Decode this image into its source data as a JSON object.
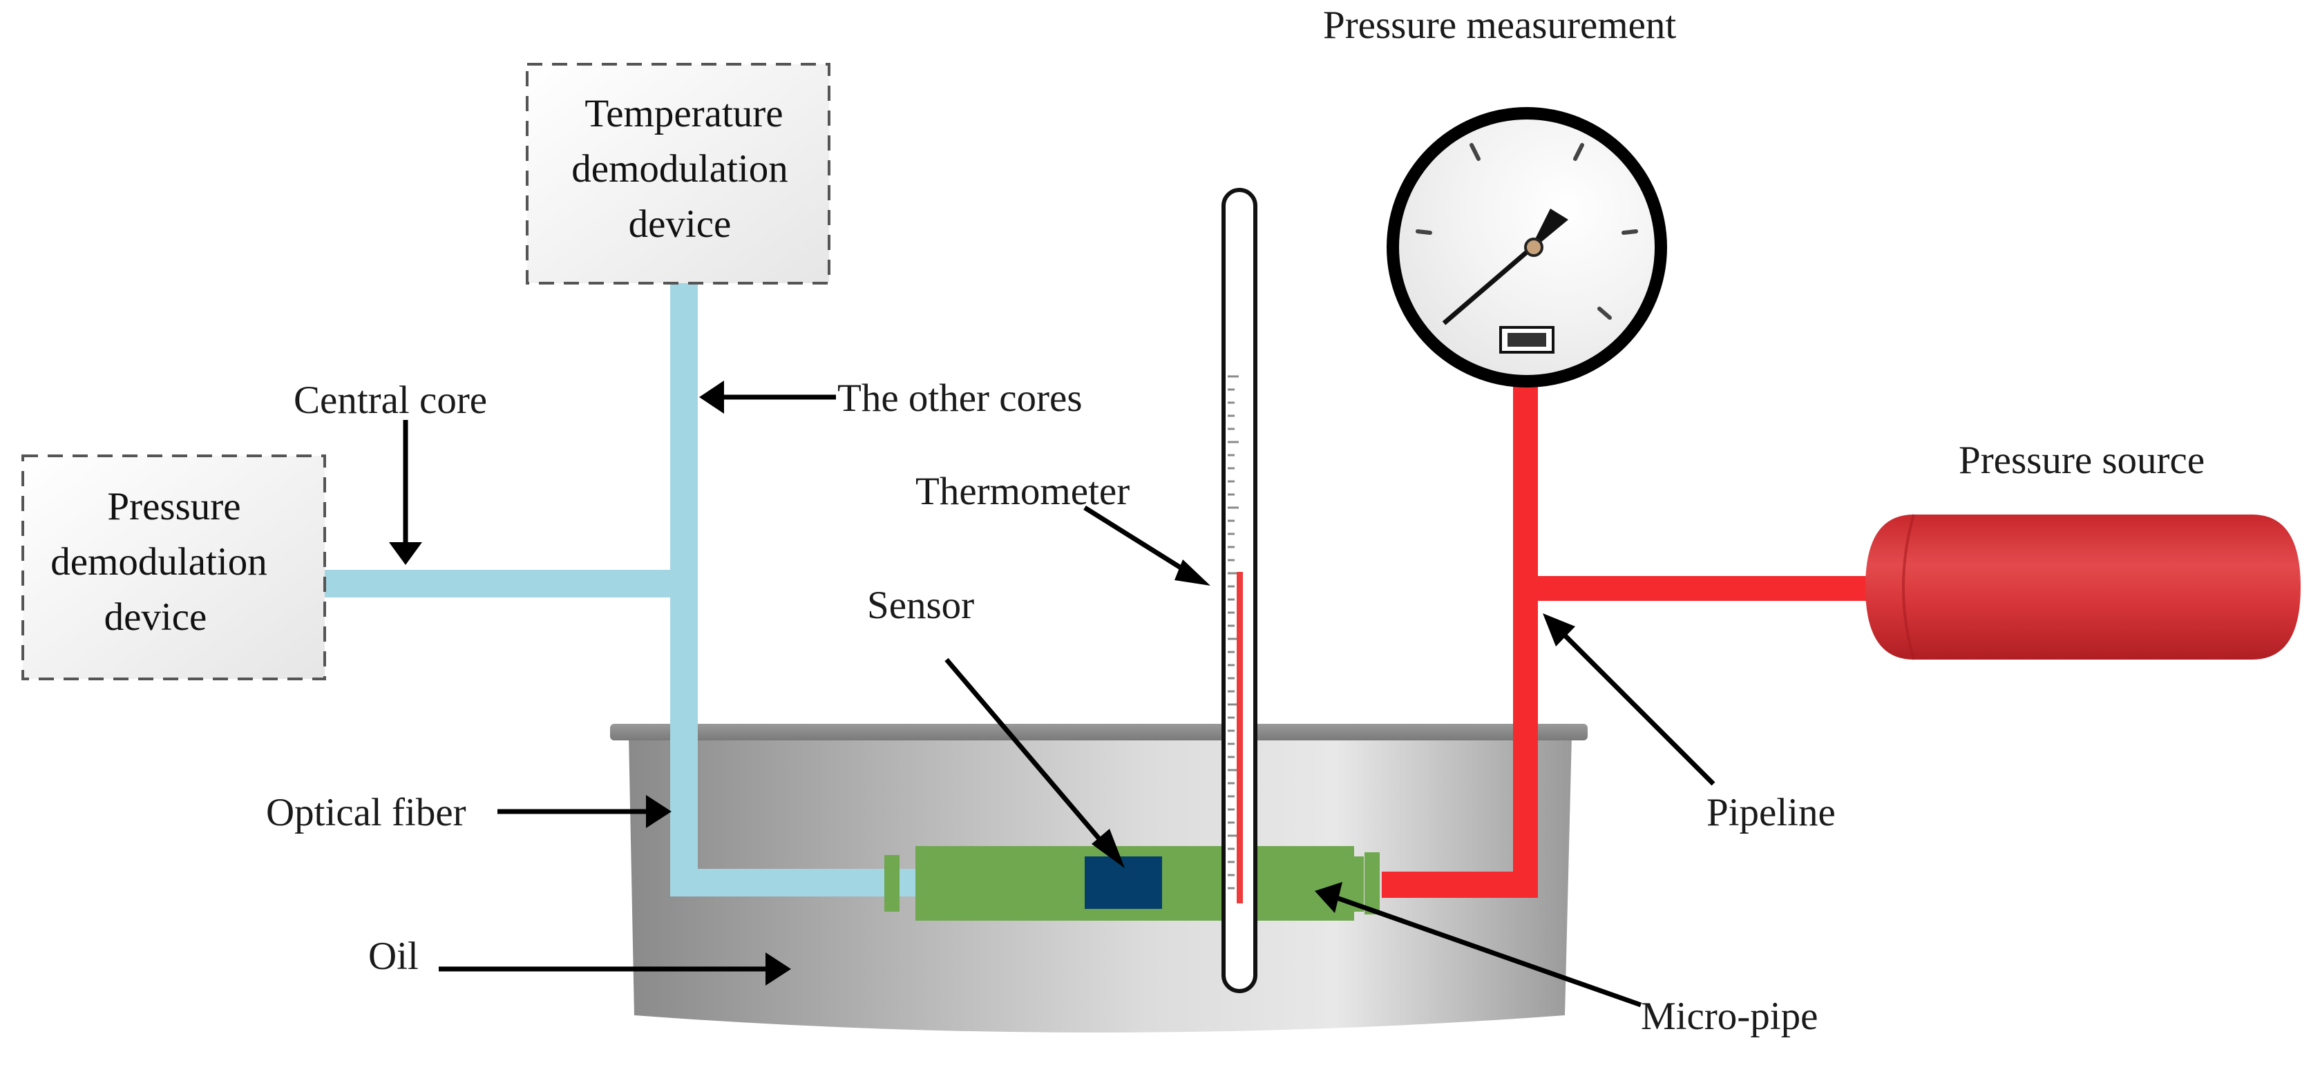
{
  "labels": {
    "temperature_device": [
      "Temperature",
      "demodulation",
      "device"
    ],
    "pressure_device": [
      "Pressure",
      "demodulation",
      "device"
    ],
    "central_core": "Central core",
    "other_cores": "The other cores",
    "thermometer": "Thermometer",
    "sensor": "Sensor",
    "optical_fiber": "Optical fiber",
    "oil": "Oil",
    "pressure_measurement": "Pressure measurement",
    "pressure_source": "Pressure source",
    "pipeline": "Pipeline",
    "micro_pipe": "Micro-pipe"
  },
  "colors": {
    "optical_fiber": "#a3d6e3",
    "pipeline": "#f42a2f",
    "micro_pipe": "#6fa84f",
    "sensor": "#053e6a",
    "thermometer_liquid": "#ef3b3b",
    "pressure_source": "#d63538",
    "oil_container": "#a6a6a6",
    "device_box_border": "#555555"
  },
  "icons": {
    "gauge": "pressure-gauge-icon",
    "thermometer": "thermometer-icon",
    "cylinder": "pressure-cylinder-icon"
  }
}
